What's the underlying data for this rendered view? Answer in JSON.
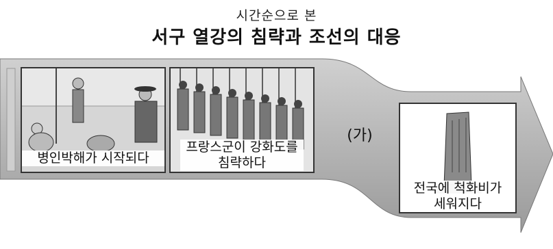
{
  "header": {
    "subtitle": "시간순으로 본",
    "title": "서구 열강의 침략과 조선의 대응"
  },
  "timeline": {
    "step1": {
      "caption": "병인박해가 시작되다"
    },
    "step2": {
      "caption_line1": "프랑스군이 강화도를",
      "caption_line2": "침략하다"
    },
    "step3": {
      "label": "(가)"
    },
    "step4": {
      "caption_line1": "전국에 척화비가",
      "caption_line2": "세워지다"
    }
  }
}
